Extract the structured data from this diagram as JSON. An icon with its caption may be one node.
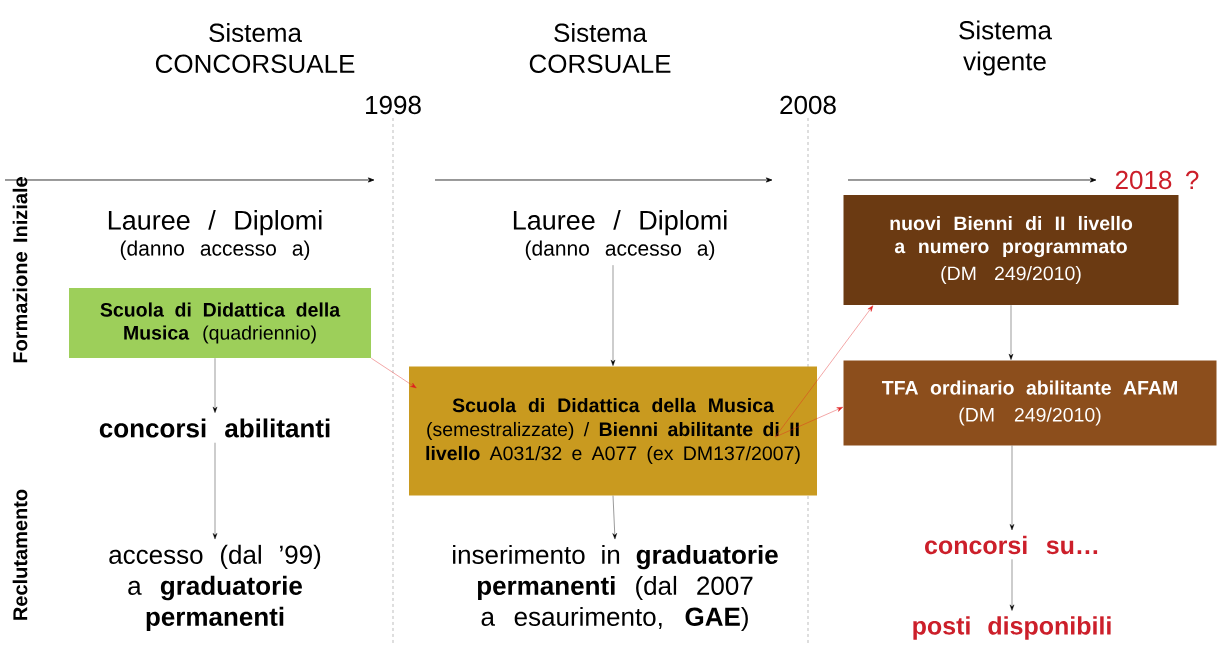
{
  "diagram": {
    "nodes": [
      {
        "text": [
          "Lauree / Diplomi",
          "(danno accesso a)"
        ]
      },
      {
        "text": [
          "**Scuola di Didattica della Musica** (quadriennio)"
        ]
      },
      {
        "text": [
          "concorsi abilitanti"
        ]
      },
      {
        "text": [
          "accesso (dal ’99) a **graduatorie permanenti**"
        ]
      },
      {
        "text": [
          "Lauree / Diplomi",
          "(danno accesso a)"
        ]
      },
      {
        "text": [
          "**Scuola di Didattica della Musica** (semestralizzate) / **Bienni abilitante di II livello** A031/32 e A077 (ex DM137/2007)"
        ]
      },
      {
        "text": [
          "inserimento in **graduatorie permanenti** (dal 2007 a esaurimento, **GAE**)"
        ]
      },
      {
        "text": [
          "nuovi Bienni di II livello a numero programmato",
          "(DM 249/2010)"
        ]
      },
      {
        "text": [
          "TFA ordinario abilitante AFAM",
          "(DM 249/2010)"
        ]
      },
      {
        "text": [
          "concorsi su…"
        ]
      },
      {
        "text": [
          "posti disponibili"
        ]
      }
    ],
    "edges": [
      {
        "from": 1,
        "to": 2,
        "arrow": "to"
      },
      {
        "from": 2,
        "to": 3,
        "arrow": "to"
      },
      {
        "from": 4,
        "to": 5,
        "arrow": "to"
      },
      {
        "from": 5,
        "to": 6,
        "arrow": "to"
      },
      {
        "from": 1,
        "to": 5,
        "arrow": "to",
        "color": "#e02020"
      },
      {
        "from": 5,
        "to": 7,
        "arrow": "to",
        "color": "#e02020"
      },
      {
        "from": 5,
        "to": 8,
        "arrow": "to",
        "color": "#e02020"
      },
      {
        "from": 7,
        "to": 8,
        "arrow": "to"
      },
      {
        "from": 8,
        "to": 9,
        "arrow": "to"
      },
      {
        "from": 9,
        "to": 10,
        "arrow": "to"
      }
    ],
    "labels": [
      "Sistema CONCORSUALE",
      "Sistema CORSUALE",
      "Sistema vigente",
      "1998",
      "2008",
      "2018 ?",
      "Formazione Iniziale",
      "Reclutamento"
    ]
  }
}
